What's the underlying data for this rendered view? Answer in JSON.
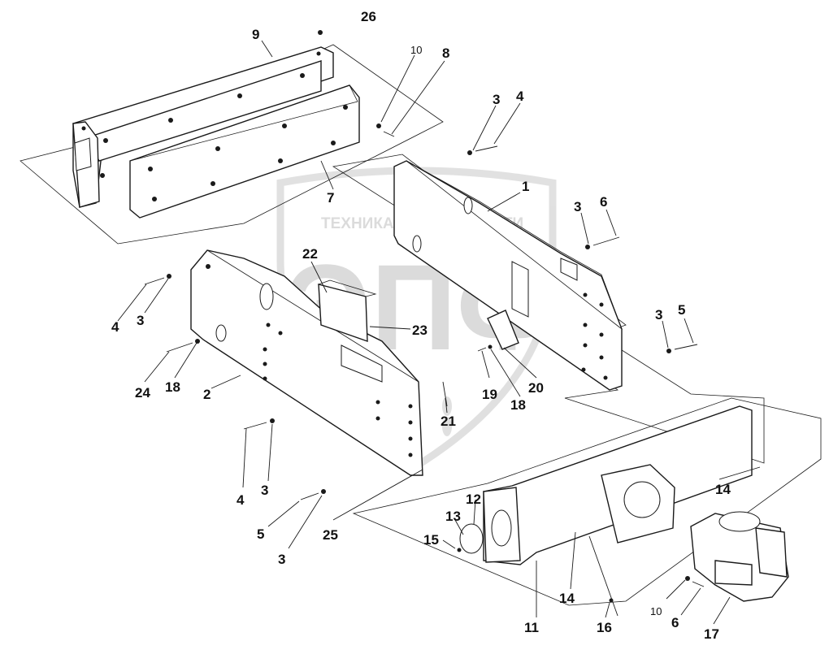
{
  "watermark": {
    "company": "ТЕХНИКА",
    "company2": "ЗАПЧАСТИ",
    "logo_letters": "ЭПФ",
    "color": "#c8c8c8"
  },
  "callouts": [
    {
      "id": "26",
      "text": "26"
    },
    {
      "id": "9",
      "text": "9"
    },
    {
      "id": "10a",
      "text": "10"
    },
    {
      "id": "8",
      "text": "8"
    },
    {
      "id": "3a",
      "text": "3"
    },
    {
      "id": "4a",
      "text": "4"
    },
    {
      "id": "1",
      "text": "1"
    },
    {
      "id": "7",
      "text": "7"
    },
    {
      "id": "3b",
      "text": "3"
    },
    {
      "id": "6a",
      "text": "6"
    },
    {
      "id": "22",
      "text": "22"
    },
    {
      "id": "4b",
      "text": "4"
    },
    {
      "id": "3c",
      "text": "3"
    },
    {
      "id": "23",
      "text": "23"
    },
    {
      "id": "3d",
      "text": "3"
    },
    {
      "id": "5a",
      "text": "5"
    },
    {
      "id": "24",
      "text": "24"
    },
    {
      "id": "18a",
      "text": "18"
    },
    {
      "id": "2",
      "text": "2"
    },
    {
      "id": "19",
      "text": "19"
    },
    {
      "id": "18b",
      "text": "18"
    },
    {
      "id": "20",
      "text": "20"
    },
    {
      "id": "21",
      "text": "21"
    },
    {
      "id": "14a",
      "text": "14"
    },
    {
      "id": "4c",
      "text": "4"
    },
    {
      "id": "3e",
      "text": "3"
    },
    {
      "id": "12",
      "text": "12"
    },
    {
      "id": "13",
      "text": "13"
    },
    {
      "id": "5b",
      "text": "5"
    },
    {
      "id": "15",
      "text": "15"
    },
    {
      "id": "25",
      "text": "25"
    },
    {
      "id": "3f",
      "text": "3"
    },
    {
      "id": "14b",
      "text": "14"
    },
    {
      "id": "10b",
      "text": "10"
    },
    {
      "id": "6b",
      "text": "6"
    },
    {
      "id": "11",
      "text": "11"
    },
    {
      "id": "16",
      "text": "16"
    },
    {
      "id": "17",
      "text": "17"
    }
  ]
}
